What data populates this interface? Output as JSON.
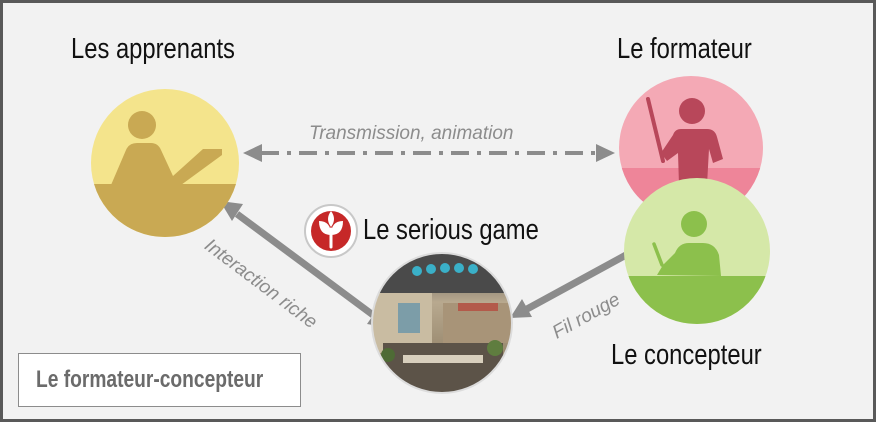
{
  "roles": {
    "learners": {
      "label": "Les apprenants",
      "color": "#f4e48c",
      "ground": "#c9a953"
    },
    "trainer": {
      "label": "Le formateur",
      "color": "#f4a9b5",
      "accent": "#b8475a"
    },
    "designer": {
      "label": "Le concepteur",
      "color": "#d5e8a8",
      "accent": "#8cc04c"
    },
    "game": {
      "label": "Le serious game",
      "logo_color": "#c62828"
    }
  },
  "edges": {
    "transmission": "Transmission, animation",
    "interaction": "Interaction riche",
    "fil_rouge": "Fil rouge"
  },
  "legend": {
    "label": "Le formateur-concepteur"
  },
  "colors": {
    "arrow": "#8c8c8c",
    "frame": "#595959",
    "background": "#f2f2f2"
  }
}
